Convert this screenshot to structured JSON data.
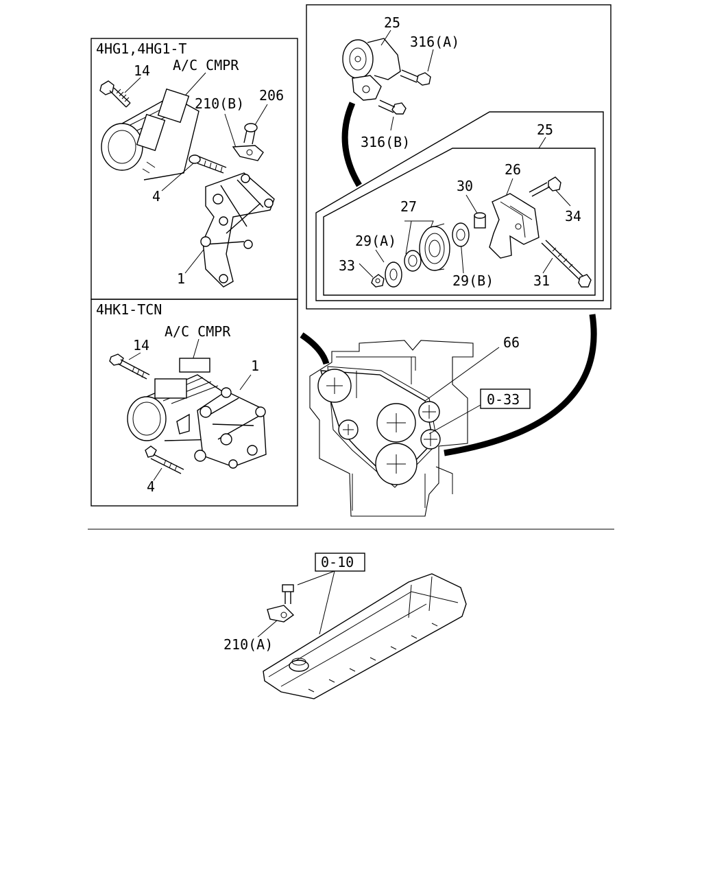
{
  "panels": {
    "top_left_title": "4HG1,4HG1-T",
    "bottom_left_title": "4HK1-TCN"
  },
  "labels": {
    "ac_cmpr_top": "A/C CMPR",
    "ac_cmpr_bottom": "A/C CMPR",
    "p14_top": "14",
    "p210b": "210(B)",
    "p206": "206",
    "p4_top": "4",
    "p1_top": "1",
    "p14_bottom": "14",
    "p1_bottom": "1",
    "p4_bottom": "4",
    "p25_top": "25",
    "p316a": "316(A)",
    "p316b": "316(B)",
    "p25_detail": "25",
    "p26": "26",
    "p27": "27",
    "p30": "30",
    "p34": "34",
    "p29a": "29(A)",
    "p33": "33",
    "p29b": "29(B)",
    "p31": "31",
    "p66": "66",
    "ref_033": "0-33",
    "ref_010": "0-10",
    "p210a": "210(A)"
  }
}
